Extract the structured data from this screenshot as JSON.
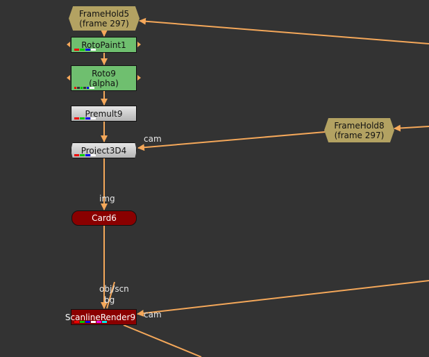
{
  "colors": {
    "background": "#333333",
    "edge": "#f5a85a",
    "framehold_fill": "#b3a262",
    "roto_fill": "#6fbf6f",
    "merge_fill": "#cfcfcf",
    "card_fill": "#8a0000",
    "scanline_fill": "#8a0000"
  },
  "nodes": {
    "framehold5": {
      "line1": "FrameHold5",
      "line2": "(frame 297)"
    },
    "rotopaint1": {
      "label": "RotoPaint1"
    },
    "roto9": {
      "line1": "Roto9",
      "line2": "(alpha)"
    },
    "premult9": {
      "label": "Premult9"
    },
    "project3d4": {
      "label": "Project3D4"
    },
    "framehold8": {
      "line1": "FrameHold8",
      "line2": "(frame 297)"
    },
    "card6": {
      "label": "Card6"
    },
    "scanlinerender9": {
      "label": "ScanlineRender9"
    }
  },
  "port_labels": {
    "project_cam": "cam",
    "card_img": "img",
    "scan_obj": "obj/scn",
    "scan_bg": "bg",
    "scan_cam": "cam"
  }
}
